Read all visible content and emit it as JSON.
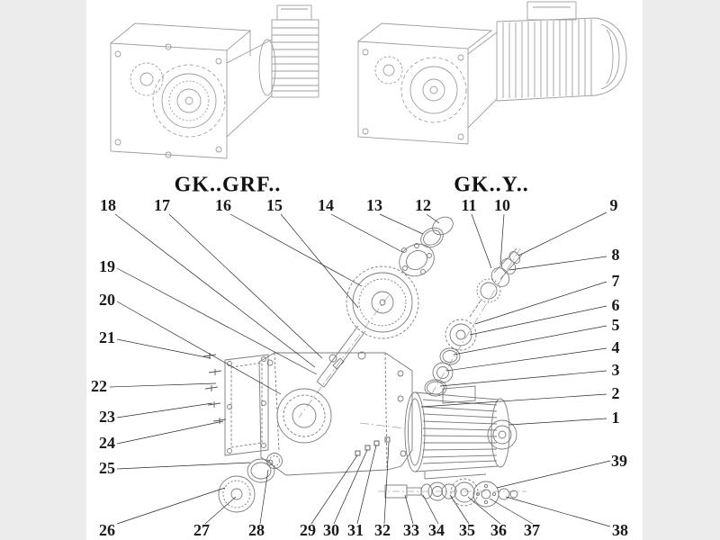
{
  "titles": {
    "left": "GK..GRF..",
    "right": "GK..Y.."
  },
  "callout_labels": [
    "1",
    "2",
    "3",
    "4",
    "5",
    "6",
    "7",
    "8",
    "9",
    "10",
    "11",
    "12",
    "13",
    "14",
    "15",
    "16",
    "17",
    "18",
    "19",
    "20",
    "21",
    "22",
    "23",
    "24",
    "25",
    "26",
    "27",
    "28",
    "29",
    "30",
    "31",
    "32",
    "33",
    "34",
    "35",
    "36",
    "37",
    "38",
    "39"
  ]
}
